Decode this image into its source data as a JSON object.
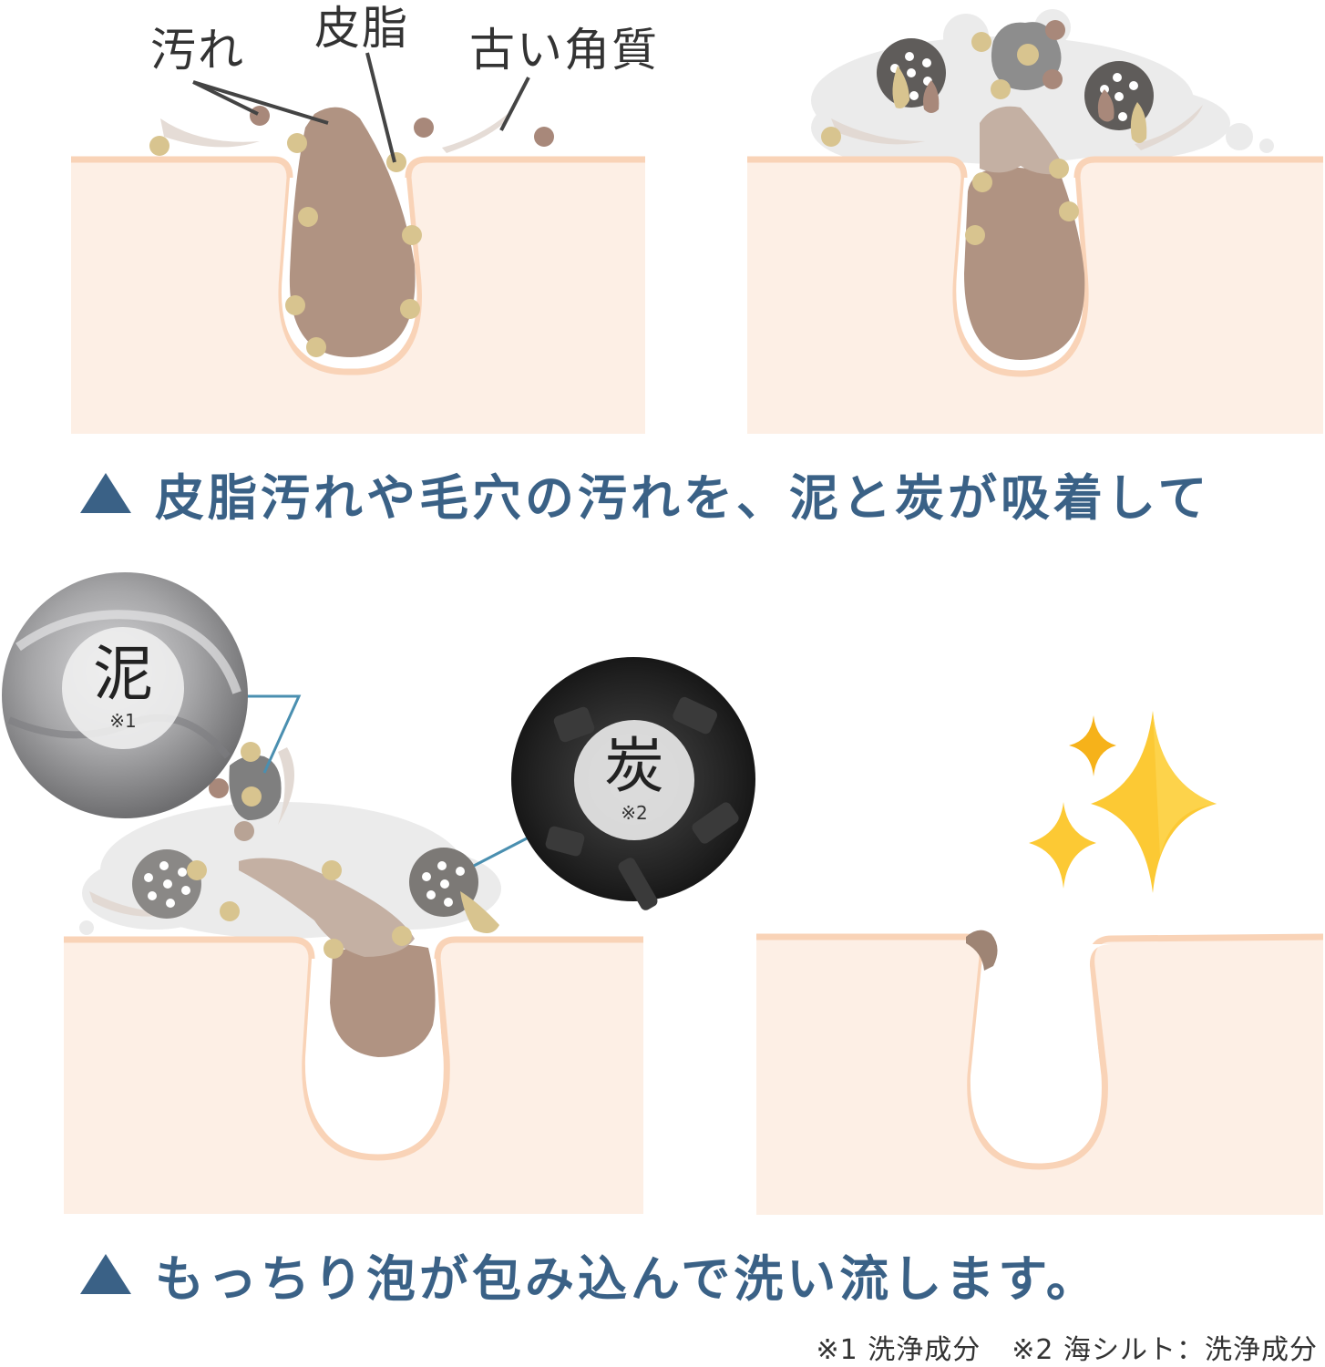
{
  "panels": {
    "top_left": {
      "labels": {
        "dirt": "汚れ",
        "sebum": "皮脂",
        "old_keratin": "古い角質"
      }
    },
    "bottom_left": {
      "mud_badge": {
        "kanji": "泥",
        "note": "※1"
      },
      "charcoal_badge": {
        "kanji": "炭",
        "note": "※2"
      }
    }
  },
  "captions": {
    "step1": "皮脂汚れや毛穴の汚れを、泥と炭が吸着して",
    "step2": "もっちり泡が包み込んで洗い流します。"
  },
  "footnotes": {
    "note1": "※1 洗浄成分",
    "note2": "※2 海シルト：洗浄成分"
  },
  "icons": {
    "caption_bullet": "triangle-up-icon",
    "sparkle": "sparkles-icon"
  },
  "colors": {
    "caption_text": "#3a6186",
    "skin_fill": "#fdefe5",
    "skin_outline": "#f9d3b7",
    "sebum": "#b09382",
    "dirt_particle": "#d8c48f",
    "dirt_brown": "#a8887a",
    "foam": "#e9e9e9",
    "charcoal": "#5f5c5a",
    "mud": "#8d8d8d",
    "leader_line_blue": "#4a8fb0",
    "sparkle_yellow": "#fcc934"
  }
}
